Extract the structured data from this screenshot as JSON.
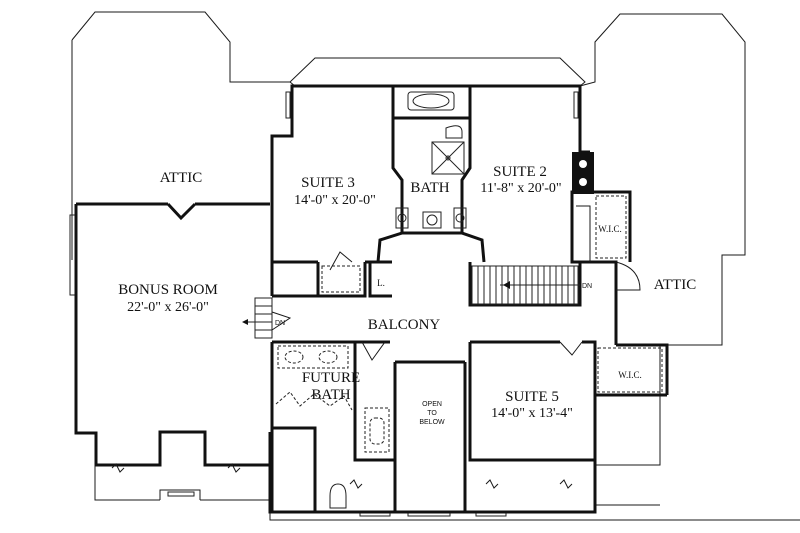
{
  "rooms": {
    "attic_left": {
      "name": "ATTIC"
    },
    "attic_right": {
      "name": "ATTIC"
    },
    "suite3": {
      "name": "SUITE 3",
      "dims": "14'-0\" x 20'-0\""
    },
    "suite2": {
      "name": "SUITE 2",
      "dims": "11'-8\" x 20'-0\""
    },
    "bath": {
      "name": "BATH"
    },
    "wic_top": {
      "name": "W.I.C."
    },
    "wic_bottom": {
      "name": "W.I.C."
    },
    "linen": {
      "name": "L."
    },
    "bonus": {
      "name": "BONUS ROOM",
      "dims": "22'-0\" x 26'-0\""
    },
    "balcony": {
      "name": "BALCONY"
    },
    "future_bath": {
      "name": "FUTURE",
      "name2": "BATH"
    },
    "open_below": {
      "line1": "OPEN",
      "line2": "TO",
      "line3": "BELOW"
    },
    "suite5": {
      "name": "SUITE 5",
      "dims": "14'-0\" x 13'-4\""
    }
  },
  "markers": {
    "stair_dn": "DN",
    "side_dn": "DN"
  }
}
